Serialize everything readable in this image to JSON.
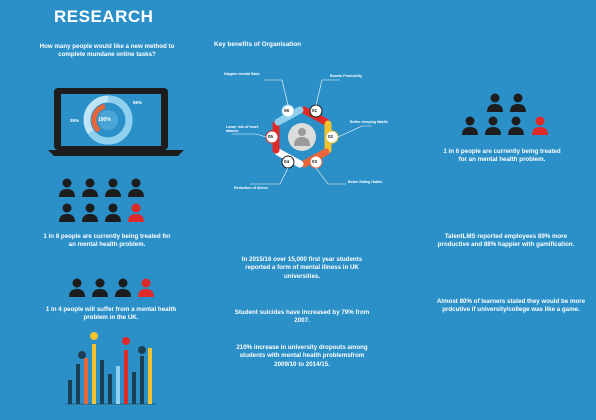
{
  "title": "RESEARCH",
  "colors": {
    "background": "#2b8fc8",
    "dark": "#1d1d1d",
    "red": "#e02a2a",
    "light_blue": "#8fd0ee",
    "orange": "#e8663a",
    "teal": "#39a8a0",
    "yellow": "#f2c230"
  },
  "question": "How many people would like a new method to complete mundane online tasks?",
  "laptop": {
    "pct_center": "100%",
    "pct_left": "35%",
    "pct_right": "65%"
  },
  "benefits": {
    "heading": "Key benefits of Organisation",
    "items": [
      {
        "num": "01",
        "label": "Boosts Producitity"
      },
      {
        "num": "02",
        "label": "Better sleeping Habits"
      },
      {
        "num": "03",
        "label": "Better Eating Habits"
      },
      {
        "num": "04",
        "label": "Reduction of Stress"
      },
      {
        "num": "05",
        "label": "Lower risk of heart attacks"
      },
      {
        "num": "06",
        "label": "Happier mental State"
      }
    ]
  },
  "stats": {
    "one_in_8": "1 in 8 people are currently being treated for an mental health problem.",
    "one_in_4": "1 in 4 people will suffer from a mental health problem in the UK.",
    "one_in_6": "1 in 6 people are currently being treated for an mental health problem.",
    "students_2015": "In 2015/16 over 15,000 first year students reported a form of mental illness in UK universities.",
    "suicides": "Student suicides have increased by 79% from 2007.",
    "dropouts": "210% increase in university dropouts among students with mental health problemsfrom 2009/10 to 2014/15.",
    "talentlms": "TalentLMS reported employees 89% more productive and 88% happier with gamification.",
    "learners": "Almost 80% of learners stated they would be more prdcutive if university/college was like a game."
  },
  "icon_groups": {
    "group_8": {
      "total": 8,
      "highlighted": 1
    },
    "group_4": {
      "total": 4,
      "highlighted": 1
    },
    "group_6": {
      "total": 6,
      "highlighted": 1
    }
  }
}
